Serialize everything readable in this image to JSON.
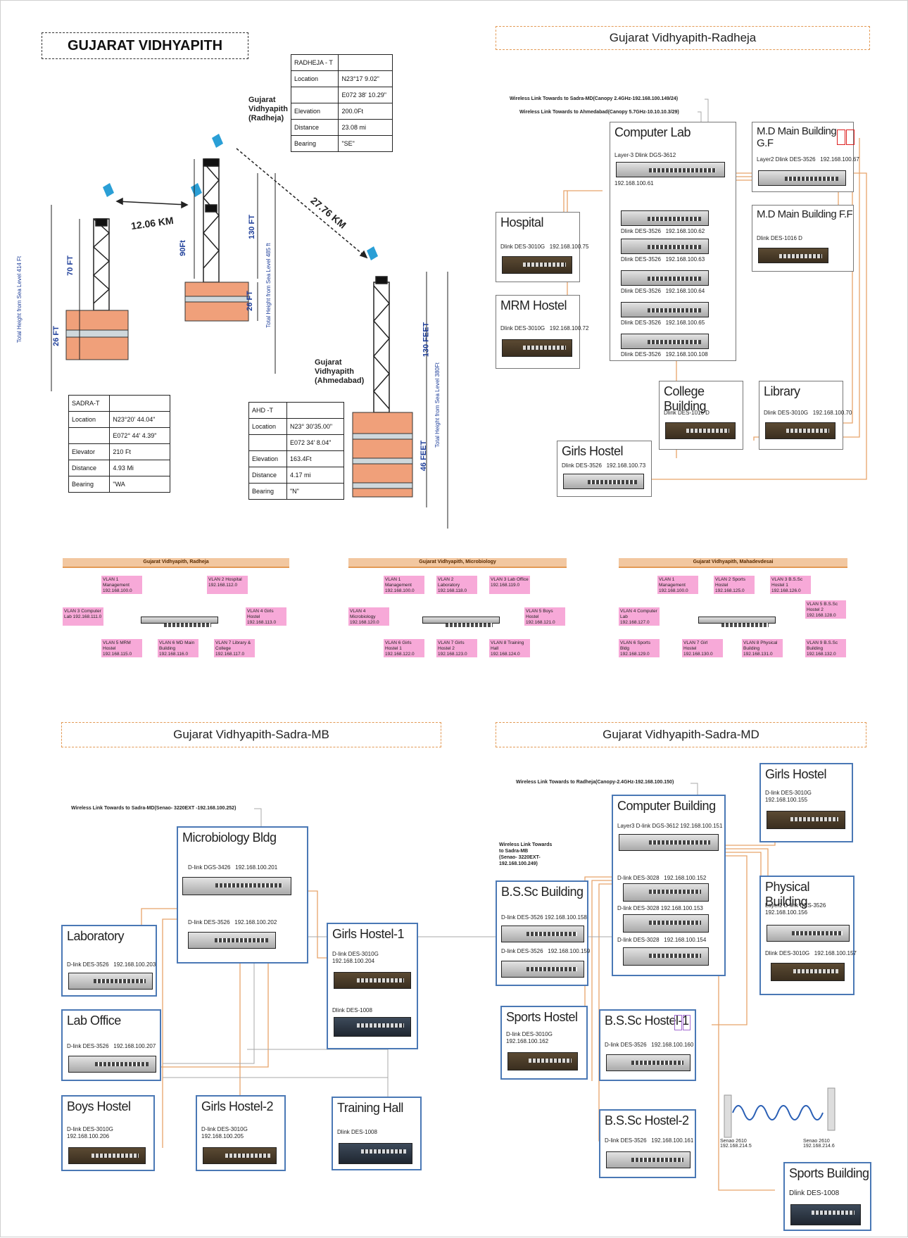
{
  "main_title": "GUJARAT VIDHYAPITH",
  "sections": {
    "radheja": "Gujarat Vidhyapith-Radheja",
    "sadra_mb": "Gujarat Vidhyapith-Sadra-MB",
    "sadra_md": "Gujarat Vidhyapith-Sadra-MD"
  },
  "towers": {
    "distance_1": "12.06 KM",
    "distance_2": "27.76 KM",
    "h_70": "70 FT",
    "h_26a": "26 FT",
    "h_90": "90Ft",
    "h_130": "130 FT",
    "h_26b": "26 FT",
    "h_130feet": "130 FEET",
    "h_46feet": "46 FEET",
    "total_left": "Total Height from Sea Level 414 Ft",
    "total_mid": "Total Height from Sea Level 485 ft",
    "total_right": "Total Height from Sea Level 380Ft",
    "label_radheja": "Gujarat\nVidhyapith\n(Radheja)",
    "label_ahmedabad": "Gujarat\nVidhyapith\n(Ahmedabad)"
  },
  "table_radheja": {
    "title": "RADHEJA - T",
    "rows": [
      [
        "Location",
        "N23°17 9.02\""
      ],
      [
        "",
        "E072 38' 10.29\""
      ],
      [
        "Elevation",
        "200.0Ft"
      ],
      [
        "Distance",
        "23.08 mi"
      ],
      [
        "Bearing",
        "\"SE\""
      ]
    ]
  },
  "table_sadra": {
    "title": "SADRA-T",
    "rows": [
      [
        "Location",
        "N23°20' 44.04\""
      ],
      [
        "",
        "E072° 44' 4.39\""
      ],
      [
        "Elevator",
        "210 Ft"
      ],
      [
        "Distance",
        "4.93 Mi"
      ],
      [
        "Bearing",
        "\"WA"
      ]
    ]
  },
  "table_ahd": {
    "title": "AHD -T",
    "rows": [
      [
        "Location",
        "N23° 30'35.00\""
      ],
      [
        "",
        "E072 34' 8.04\""
      ],
      [
        "Elevation",
        "163.4Ft"
      ],
      [
        "Distance",
        "4.17 mi"
      ],
      [
        "Bearing",
        "\"N\""
      ]
    ]
  },
  "radheja_net": {
    "wireless1": "Wireless Link Towards to Sadra-MD(Canopy 2.4GHz-192.168.100.149/24)",
    "wireless2": "Wireless Link Towards to Ahmedabad(Canopy 5.7GHz-10.10.10.3/29)",
    "computer_lab": {
      "name": "Computer Lab",
      "spec": "Layer-3 Dlink DGS-3612",
      "ip": "192.168.100.61"
    },
    "switch_specs": [
      "Dlink DES-3526   192.168.100.62",
      "Dlink DES-3526   192.168.100.63",
      "Dlink DES-3526   192.168.100.64",
      "Dlink DES-3526   192.168.100.65",
      "Dlink DES-3526   192.168.100.108"
    ],
    "md_gf": {
      "name": "M.D Main Building G.F",
      "spec": "Layer2 Dlink DES-3526   192.168.100.67"
    },
    "md_ff": {
      "name": "M.D Main Building F.F",
      "spec": "Dlink DES-1016 D"
    },
    "hospital": {
      "name": "Hospital",
      "spec": "Dlink DES-3010G   192.168.100.75"
    },
    "mrm": {
      "name": "MRM Hostel",
      "spec": "Dlink DES-3010G   192.168.100.72"
    },
    "college": {
      "name": "College Building",
      "spec": "Dlink DES-1016 D"
    },
    "library": {
      "name": "Library",
      "spec": "Dlink DES-3010G   192.168.100.70"
    },
    "girls": {
      "name": "Girls Hostel",
      "spec": "Dlink DES-3526   192.168.100.73"
    }
  },
  "vlan_groups": [
    {
      "title": "Gujarat Vidhyapith, Radheja",
      "items": [
        "VLAN 1 Management 192.168.100.0",
        "VLAN 2 Hospital 192.168.112.0",
        "VLAN 3 Computer Lab 192.168.111.0",
        "VLAN 4 Girls Hostel 192.168.113.0",
        "VLAN 5 MRM Hostel 192.168.115.0",
        "VLAN 6 MD Main Building 192.168.116.0",
        "VLAN 7 Library & College 192.168.117.0"
      ]
    },
    {
      "title": "Gujarat Vidhyapith, Microbiology",
      "items": [
        "VLAN 1 Management 192.168.100.0",
        "VLAN 2 Laboratory 192.168.118.0",
        "VLAN 3 Lab Office 192.168.119.0",
        "VLAN 4 Microbiology 192.168.120.0",
        "VLAN 5 Boys Hostel 192.168.121.0",
        "VLAN 6 Girls Hostel 1 192.168.122.0",
        "VLAN 7 Girls Hostel 2 192.168.123.0",
        "VLAN 8 Training Hall 192.168.124.0"
      ]
    },
    {
      "title": "Gujarat Vidhyapith, Mahadevdesai",
      "items": [
        "VLAN 1 Management 192.168.100.0",
        "VLAN 2 Sports Hostel 192.168.125.0",
        "VLAN 3 B.S.Sc Hostel 1 192.168.126.0",
        "VLAN 4 Computer Lab 192.168.127.0",
        "VLAN 5 B.S.Sc Hostel 2 192.168.128.0",
        "VLAN 6 Sports Bldg 192.168.129.0",
        "VLAN 7 Girl Hostel 192.168.130.0",
        "VLAN 8 Physical Building 192.168.131.0",
        "VLAN 9 B.S.Sc Building 192.168.132.0"
      ]
    }
  ],
  "sadra_mb_net": {
    "wireless": "Wireless Link Towards to Sadra-MD(Senao- 3220EXT -192.168.100.252)",
    "micro": {
      "name": "Microbiology Bldg",
      "spec1": "D-link DGS-3426   192.168.100.201",
      "spec2": "D-link DES-3526   192.168.100.202"
    },
    "lab": {
      "name": "Laboratory",
      "spec": "D-link DES-3526   192.168.100.203"
    },
    "laboffice": {
      "name": "Lab Office",
      "spec": "D-link DES-3526   192.168.100.207"
    },
    "boys": {
      "name": "Boys Hostel",
      "spec": "D-link DES-3010G\n192.168.100.206"
    },
    "girls2": {
      "name": "Girls Hostel-2",
      "spec": "D-link DES-3010G\n192.168.100.205"
    },
    "girls1": {
      "name": "Girls Hostel-1",
      "spec": "D-link DES-3010G\n192.168.100.204",
      "spec2": "Dlink DES-1008"
    },
    "training": {
      "name": "Training Hall",
      "spec": "Dlink DES-1008"
    }
  },
  "sadra_md_net": {
    "wireless1": "Wireless Link Towards to Radheja(Canopy-2.4GHz-192.168.100.150)",
    "wireless2": "Wireless Link Towards\nto Sadra-MB\n(Senao- 3220EXT-\n192.168.100.249)",
    "computer": {
      "name": "Computer Building",
      "spec": "Layer3 D-link DGS-3612 192.168.100.151",
      "specs": [
        "D-link DES-3028   192.168.100.152",
        "D-link DES-3028 192.168.100.153",
        "D-link DES-3028   192.168.100.154"
      ]
    },
    "girls": {
      "name": "Girls Hostel",
      "spec": "D-link DES-3010G\n192.168.100.155"
    },
    "physical": {
      "name": "Physical Building",
      "spec": "Layer2 D-link DES-3526\n192.168.100.156",
      "spec2": "Dlink DES-3010G   192.168.100.157"
    },
    "bssc": {
      "name": "B.S.Sc Building",
      "spec": "D-link DES-3526 192.168.100.158",
      "spec2": "D-link DES-3526   192.168.100.159"
    },
    "sports_hostel": {
      "name": "Sports Hostel",
      "spec": "D-link DES-3010G\n192.168.100.162"
    },
    "bssc1": {
      "name": "B.S.Sc Hostel-1",
      "spec": "D-link DES-3526   192.168.100.160"
    },
    "bssc2": {
      "name": "B.S.Sc Hostel-2",
      "spec": "D-link DES-3526   192.168.100.161"
    },
    "senao1": "Senao 2610\n192.168.214.5",
    "senao2": "Senao 2610\n192.168.214.6",
    "sports_bldg": {
      "name": "Sports Building",
      "spec": "Dlink DES-1008"
    }
  }
}
